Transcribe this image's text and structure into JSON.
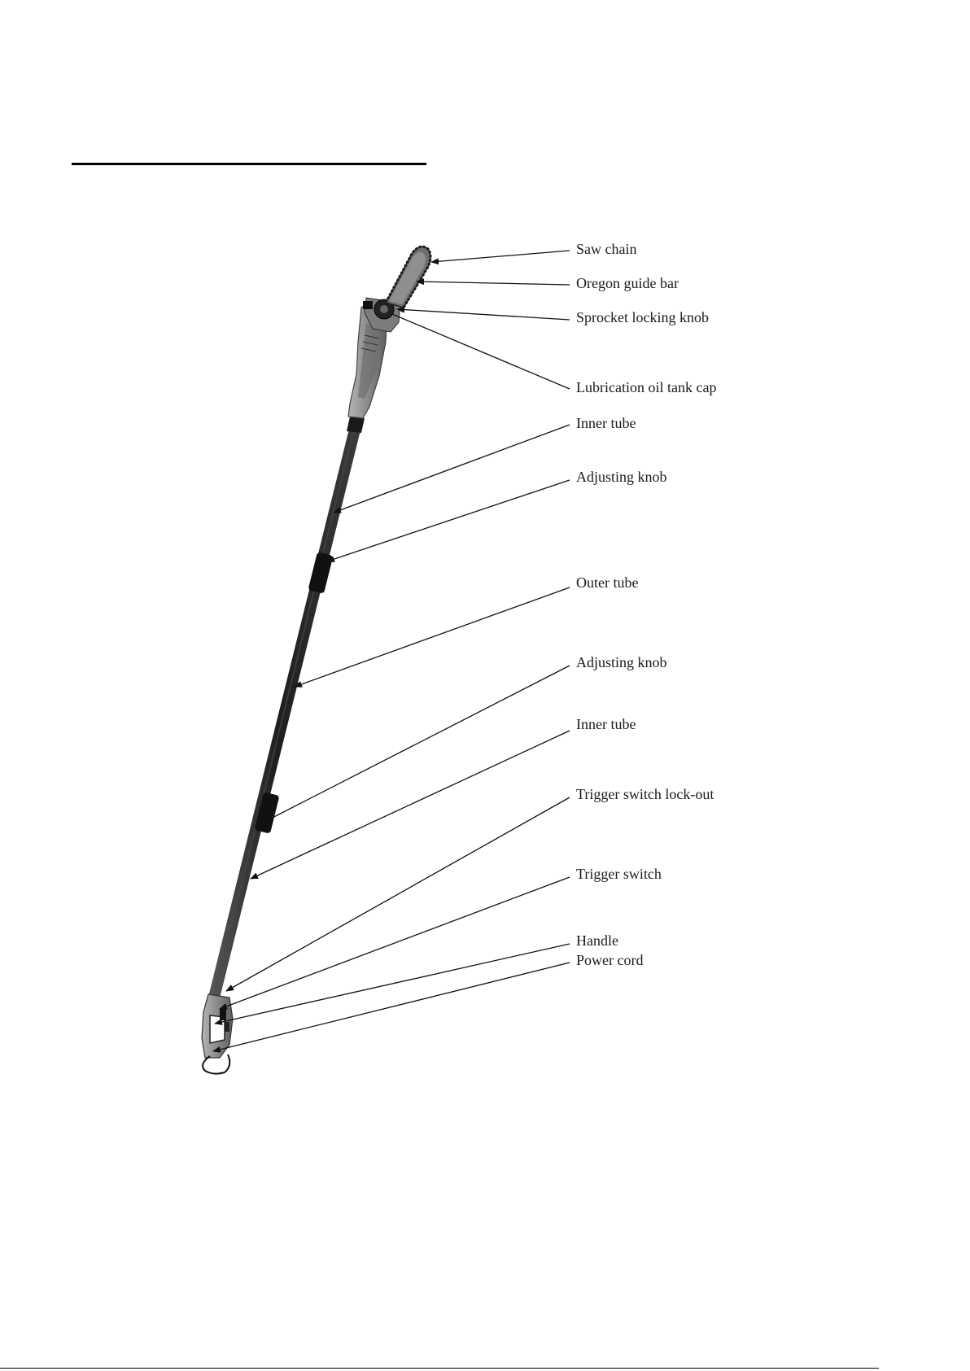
{
  "labels": [
    "Saw chain",
    "Oregon guide bar",
    "Sprocket locking knob",
    "Lubrication oil tank cap",
    "Inner tube",
    "Adjusting knob",
    "Outer tube",
    "Adjusting knob",
    "Inner tube",
    "Trigger switch lock-out",
    "Trigger switch",
    "Handle",
    "Power cord"
  ],
  "colors": {
    "pole": "#2a2a2a",
    "housing": "#8c8c8c",
    "housing_dark": "#5a5a5a",
    "bar": "#7a7a7a",
    "line": "#111111"
  }
}
